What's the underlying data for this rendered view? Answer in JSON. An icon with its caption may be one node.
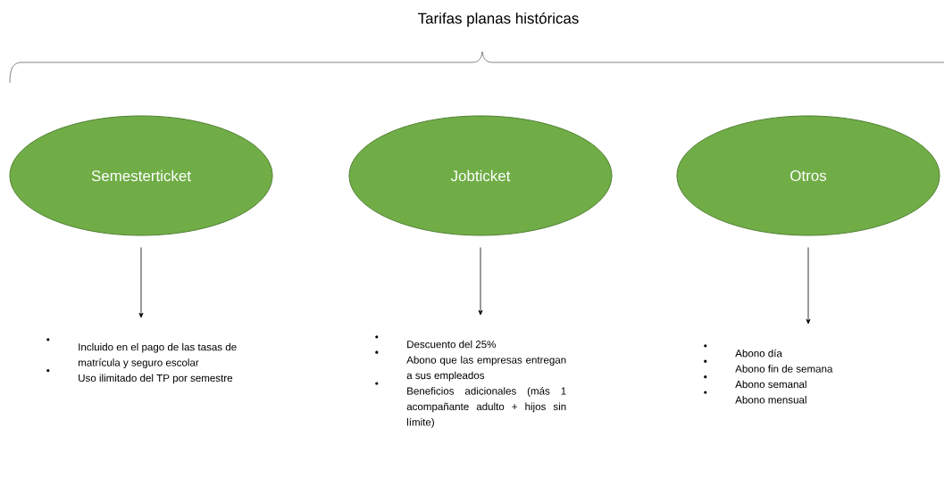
{
  "diagram": {
    "title": "Tarifas planas históricas",
    "nodes": [
      {
        "text": [
          "Semesterticket"
        ]
      },
      {
        "text": [
          "Jobticket"
        ]
      },
      {
        "text": [
          "Otros"
        ]
      },
      {
        "text": [
          "Incluido en el pago de las tasas de matrícula y seguro escolar",
          "Uso ilimitado del TP por semestre"
        ]
      },
      {
        "text": [
          "Descuento del 25%",
          "Abono que las empresas entregan a sus empleados",
          "Beneficios adicionales (más 1 acompañante adulto + hijos sin límite)"
        ]
      },
      {
        "text": [
          "Abono día",
          "Abono fin de semana",
          "Abono semanal",
          "Abono mensual"
        ]
      }
    ],
    "edges": [
      {
        "from": 0,
        "to": 3,
        "arrow": "to"
      },
      {
        "from": 1,
        "to": 4,
        "arrow": "to"
      },
      {
        "from": 2,
        "to": 5,
        "arrow": "to"
      }
    ]
  }
}
